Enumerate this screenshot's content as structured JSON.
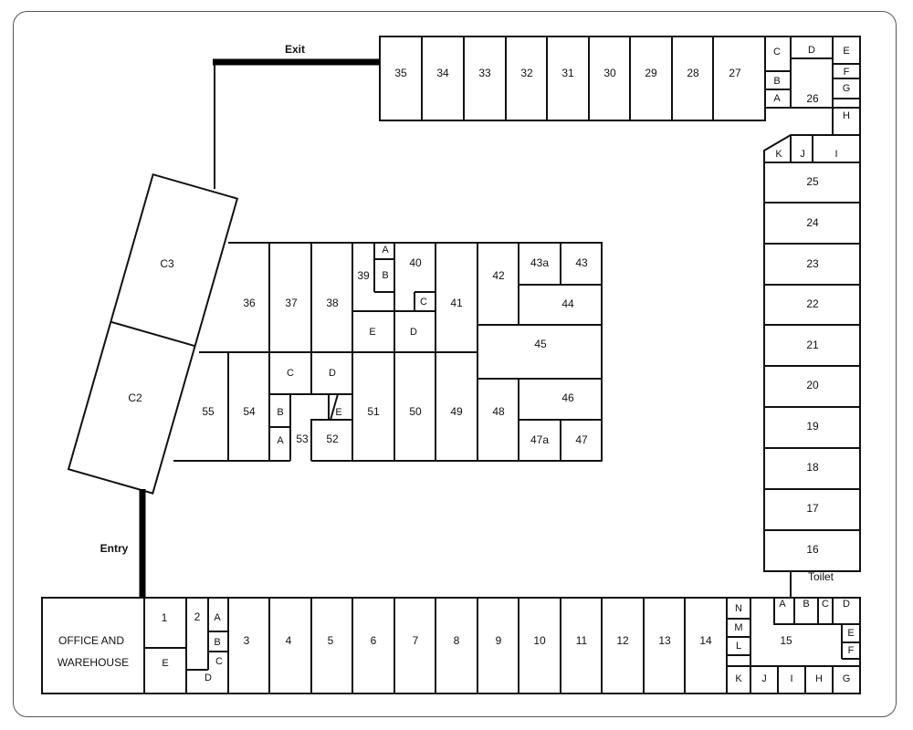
{
  "units": {
    "u35": "35",
    "u34": "34",
    "u33": "33",
    "u32": "32",
    "u31": "31",
    "u30": "30",
    "u29": "29",
    "u28": "28",
    "u27": "27",
    "u26": "26",
    "u25": "25",
    "u24": "24",
    "u23": "23",
    "u22": "22",
    "u21": "21",
    "u20": "20",
    "u19": "19",
    "u18": "18",
    "u17": "17",
    "u16": "16",
    "u15": "15",
    "u14": "14",
    "u13": "13",
    "u12": "12",
    "u11": "11",
    "u10": "10",
    "u9": "9",
    "u8": "8",
    "u7": "7",
    "u6": "6",
    "u5": "5",
    "u4": "4",
    "u3": "3",
    "u2": "2",
    "u1": "1",
    "u36": "36",
    "u37": "37",
    "u38": "38",
    "u39": "39",
    "u40": "40",
    "u41": "41",
    "u42": "42",
    "u43": "43",
    "u43a": "43a",
    "u44": "44",
    "u45": "45",
    "u46": "46",
    "u47": "47",
    "u47a": "47a",
    "u48": "48",
    "u49": "49",
    "u50": "50",
    "u51": "51",
    "u52": "52",
    "u53": "53",
    "u54": "54",
    "u55": "55",
    "c2": "C2",
    "c3": "C3"
  },
  "sub": {
    "tr_c": "C",
    "tr_b": "B",
    "tr_a": "A",
    "tr_d": "D",
    "tr_e": "E",
    "tr_f": "F",
    "tr_g": "G",
    "tr_h": "H",
    "tr_i": "I",
    "tr_j": "J",
    "tr_k": "K",
    "c_a": "A",
    "c_b": "B",
    "c_c": "C",
    "c_d": "D",
    "c_e": "E",
    "l_c": "C",
    "l_d": "D",
    "l_e": "E",
    "l_b": "B",
    "l_a": "A",
    "b_a": "A",
    "b_b": "B",
    "b_c": "C",
    "b_d": "D",
    "b_e": "E",
    "r_n": "N",
    "r_m": "M",
    "r_l": "L",
    "r_k": "K",
    "r_j": "J",
    "r_i": "I",
    "r_h": "H",
    "r_g": "G",
    "r_a": "A",
    "r_b": "B",
    "r_c": "C",
    "r_d": "D",
    "r_e": "E",
    "r_f": "F"
  },
  "labels": {
    "exit": "Exit",
    "entry": "Entry",
    "toilet": "Toilet",
    "office_line1": "OFFICE AND",
    "office_line2": "WAREHOUSE"
  }
}
